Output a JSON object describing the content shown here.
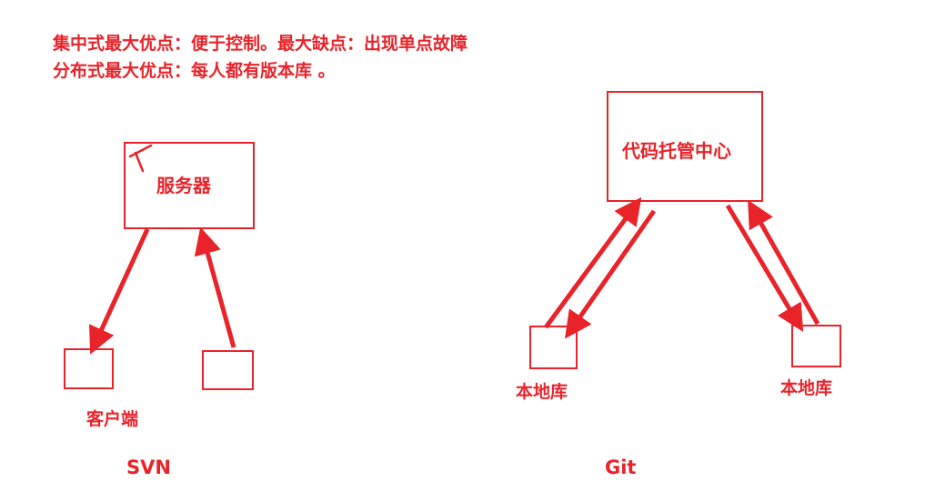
{
  "notes": {
    "centralized": "集中式最大优点：便于控制。最大缺点：出现单点故障",
    "distributed": "分布式最大优点：每人都有版本库 。"
  },
  "svn": {
    "server_label": "服务器",
    "client_label": "客户端",
    "caption": "SVN"
  },
  "git": {
    "center_label": "代码托管中心",
    "left_repo_label": "本地库",
    "right_repo_label": "本地库",
    "caption": "Git"
  },
  "colors": {
    "ink": "#e8232a"
  }
}
